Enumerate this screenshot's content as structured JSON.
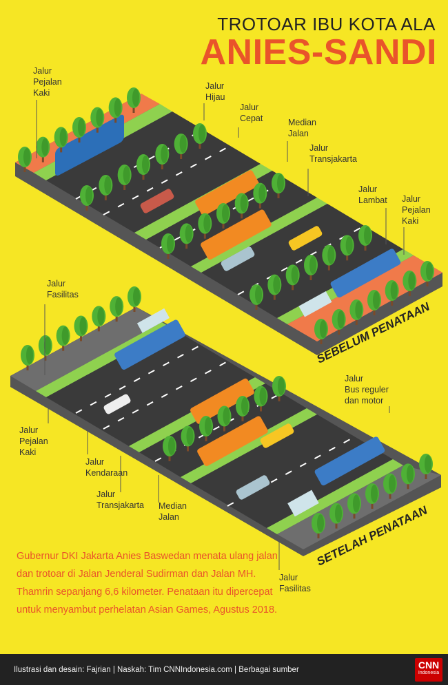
{
  "header": {
    "title_small": "TROTOAR IBU KOTA ALA",
    "title_large": "ANIES-SANDI"
  },
  "section_before": {
    "label": "SEBELUM PENATAAN",
    "lanes": {
      "pedestrian_left": "Jalur\nPejalan\nKaki",
      "green": "Jalur\nHijau",
      "fast": "Jalur\nCepat",
      "median": "Median\nJalan",
      "transjakarta": "Jalur\nTransjakarta",
      "slow": "Jalur\nLambat",
      "pedestrian_right": "Jalur\nPejalan\nKaki"
    }
  },
  "section_after": {
    "label": "SETELAH PENATAAN",
    "lanes": {
      "facility_left": "Jalur\nFasilitas",
      "pedestrian": "Jalur\nPejalan\nKaki",
      "vehicle": "Jalur\nKendaraan",
      "transjakarta": "Jalur\nTransjakarta",
      "median": "Median\nJalan",
      "bus_motor": "Jalur\nBus reguler\ndan motor",
      "facility_right": "Jalur\nFasilitas"
    }
  },
  "description": "Gubernur DKI Jakarta Anies Baswedan menata ulang jalan dan trotoar di Jalan Jenderal Sudirman dan Jalan MH. Thamrin sepanjang 6,6 kilometer. Penataan itu dipercepat untuk menyambut perhelatan Asian Games, Agustus 2018.",
  "footer": {
    "credits": "Ilustrasi dan desain: Fajrian | Naskah: Tim CNNIndonesia.com | Berbagai sumber",
    "logo_main": "CNN",
    "logo_sub": "Indonesia"
  },
  "colors": {
    "background": "#f6e624",
    "accent": "#e9542a",
    "road": "#3a3a3a",
    "grass": "#8fd14f",
    "sidewalk_before": "#f07a4a",
    "sidewalk_after": "#6e6e6e",
    "footer": "#222222"
  }
}
